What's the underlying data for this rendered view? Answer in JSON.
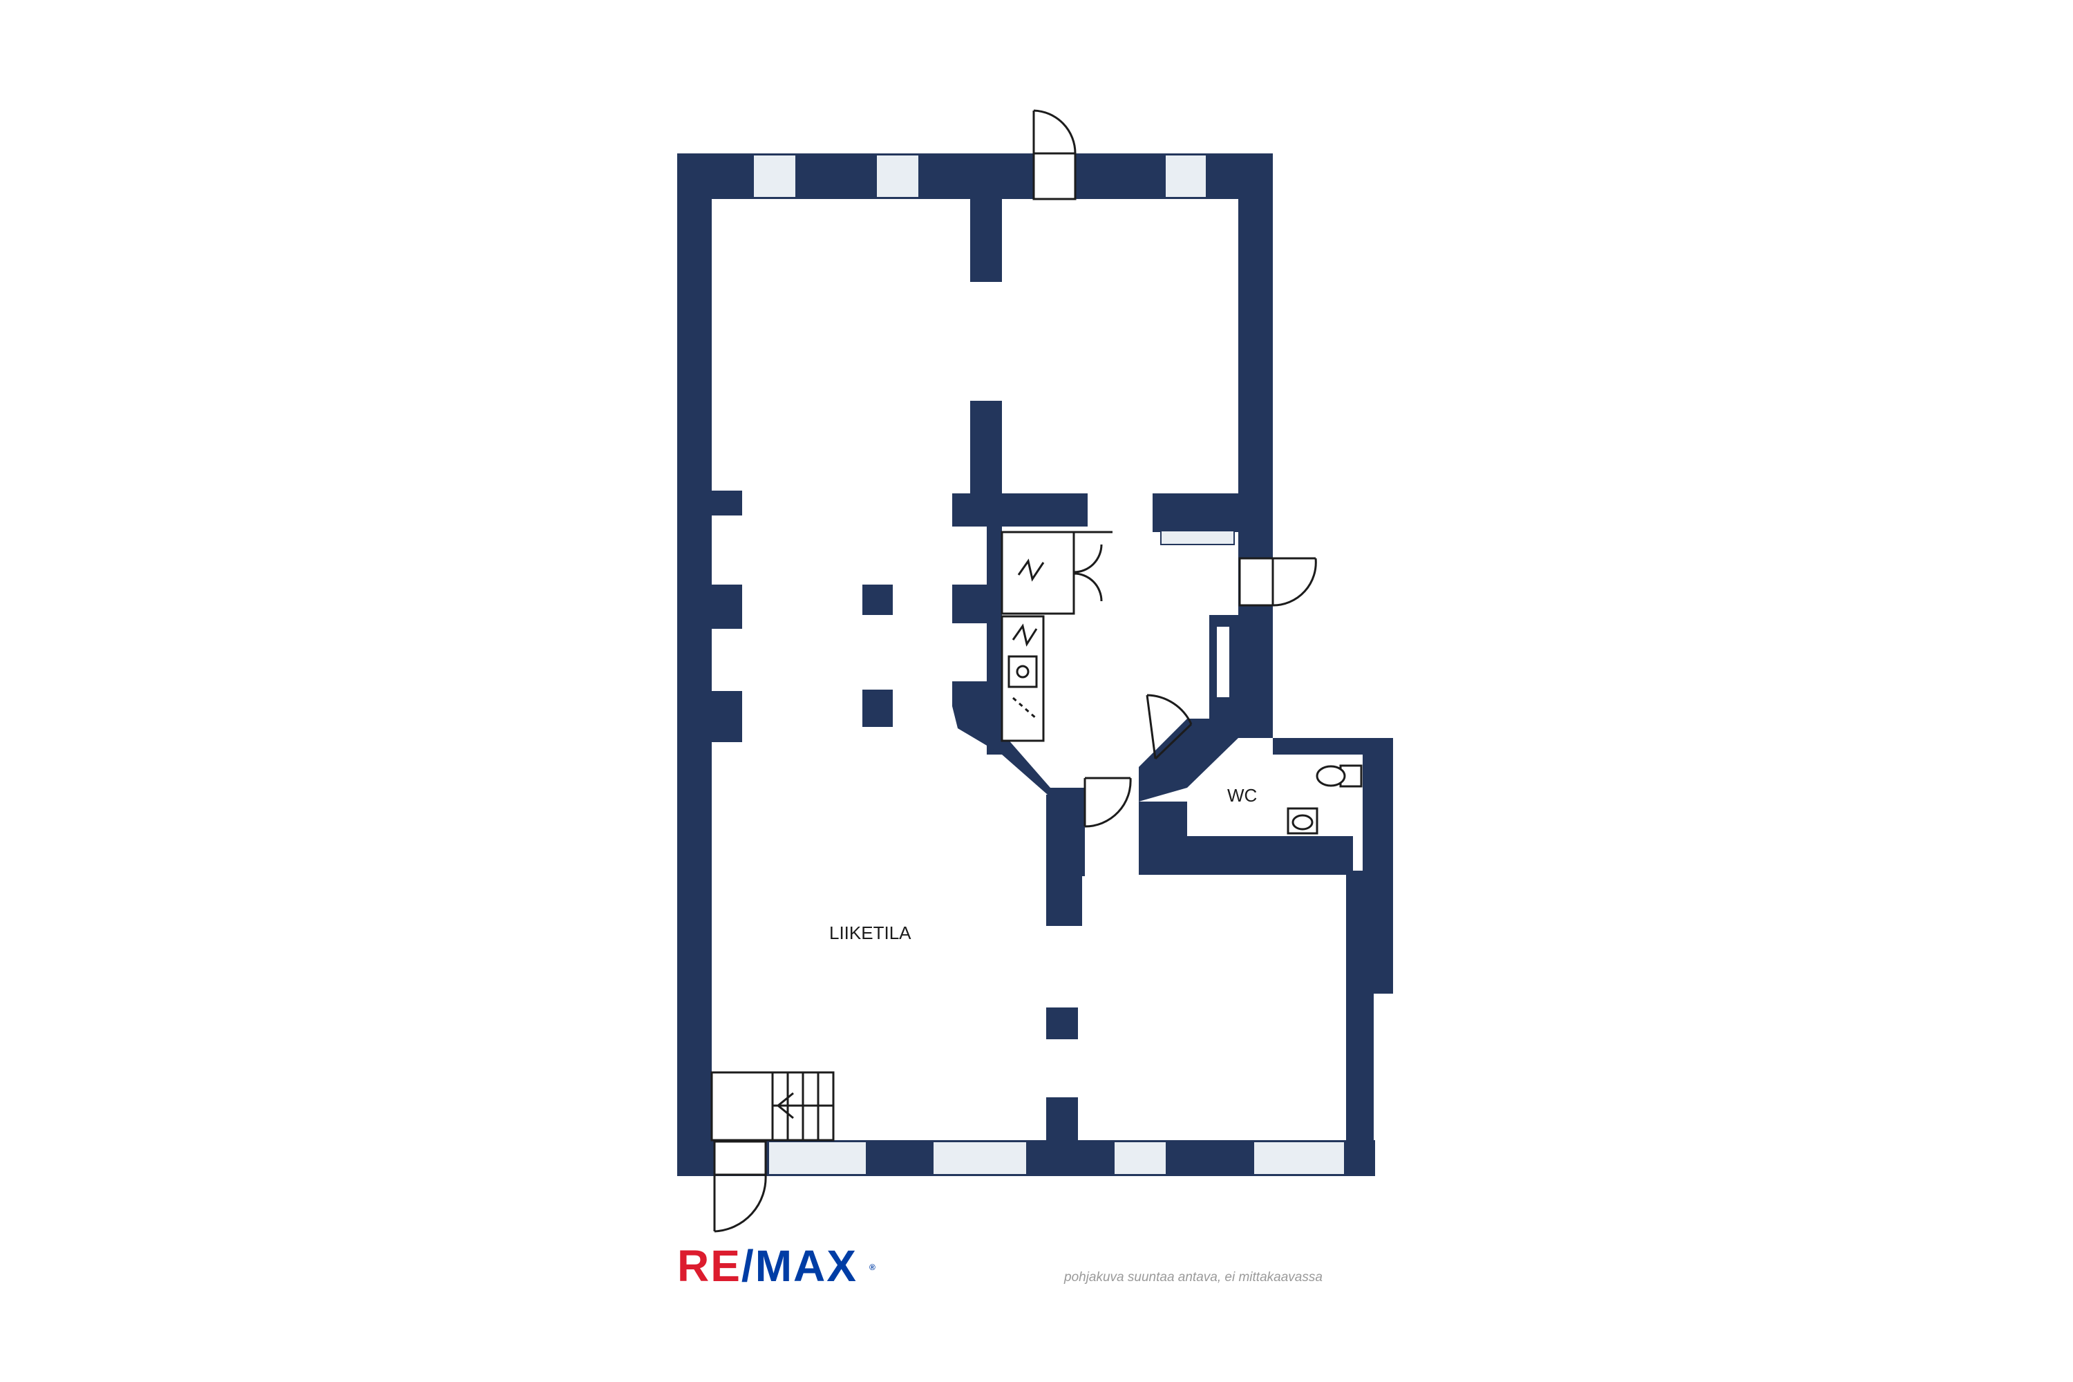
{
  "floor_plan": {
    "rooms": [
      {
        "name": "LIIKETILA"
      },
      {
        "name": "WC"
      }
    ],
    "wall_color": "#23365c",
    "window_color": "#e9eef3"
  },
  "footer": {
    "logo_text_left": "RE",
    "logo_text_right": "MAX",
    "logo_registered": "®",
    "disclaimer": "pohjakuva suuntaa antava, ei mittakaavassa"
  }
}
